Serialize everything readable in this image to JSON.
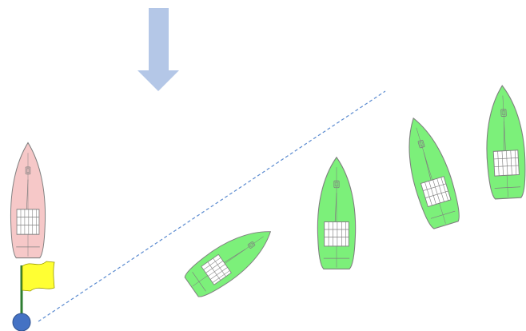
{
  "colors": {
    "background": "#ffffff",
    "wind_arrow": "#b4c7e7",
    "boat_green": "#7cf07a",
    "boat_pink": "#f6c8c8",
    "boat_outline": "#7f7f7f",
    "deck_lines": "#555555",
    "start_line": "#5b8bd0",
    "flag_yellow": "#ffff33",
    "flag_pole": "#2e7d32",
    "buoy_blue": "#4472c4"
  },
  "icons": {
    "wind": "down-arrow-icon",
    "committee_boat": "sailboat-icon",
    "competitor_boats": "sailboat-icon",
    "start_flag": "flag-icon",
    "pin_end": "buoy-icon"
  },
  "boats": [
    {
      "role": "committee-boat",
      "color": "pink"
    },
    {
      "role": "competitor",
      "color": "green"
    },
    {
      "role": "competitor",
      "color": "green"
    },
    {
      "role": "competitor",
      "color": "green"
    },
    {
      "role": "competitor",
      "color": "green"
    }
  ]
}
